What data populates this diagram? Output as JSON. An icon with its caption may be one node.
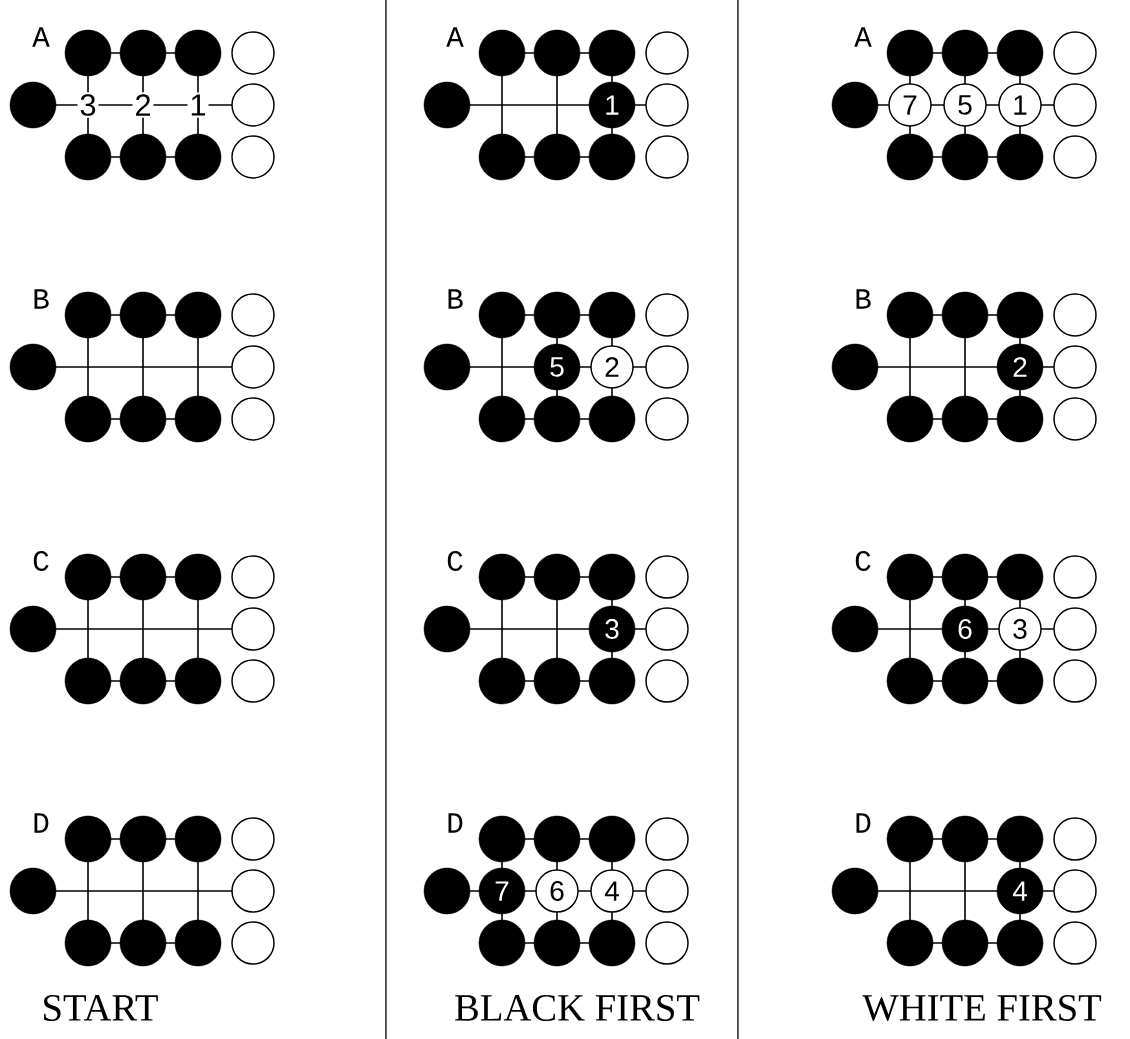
{
  "diagram": {
    "nodes": [
      {
        "text": [],
        "shape": "circle"
      },
      {
        "text": [],
        "shape": "circle"
      },
      {
        "text": [],
        "shape": "circle"
      },
      {
        "text": [],
        "shape": "circle"
      },
      {
        "text": [],
        "shape": "circle"
      },
      {
        "text": [],
        "shape": "circle"
      },
      {
        "text": [],
        "shape": "circle"
      },
      {
        "text": [],
        "shape": "circle"
      },
      {
        "text": [],
        "shape": "circle"
      },
      {
        "text": [],
        "shape": "circle"
      },
      {
        "text": [],
        "shape": "circle"
      },
      {
        "text": [],
        "shape": "circle"
      },
      {
        "text": [],
        "shape": "circle"
      },
      {
        "text": [],
        "shape": "circle"
      },
      {
        "text": [],
        "shape": "circle"
      },
      {
        "text": [
          "1"
        ]
      },
      {
        "text": [],
        "shape": "circle"
      },
      {
        "text": [],
        "shape": "circle"
      },
      {
        "text": [],
        "shape": "circle"
      },
      {
        "text": [],
        "shape": "circle"
      },
      {
        "text": [],
        "shape": "circle"
      },
      {
        "text": [],
        "shape": "circle"
      },
      {
        "text": [],
        "shape": "circle"
      },
      {
        "text": [],
        "shape": "circle"
      },
      {
        "text": [],
        "shape": "circle"
      },
      {
        "text": [],
        "shape": "circle"
      },
      {
        "text": [
          "7"
        ]
      },
      {
        "text": [
          "5"
        ]
      },
      {
        "text": [
          "1"
        ]
      },
      {
        "text": [],
        "shape": "circle"
      },
      {
        "text": [],
        "shape": "circle"
      },
      {
        "text": [],
        "shape": "circle"
      },
      {
        "text": [],
        "shape": "circle"
      },
      {
        "text": [],
        "shape": "circle"
      },
      {
        "text": [],
        "shape": "circle"
      },
      {
        "text": [],
        "shape": "circle"
      },
      {
        "text": [],
        "shape": "circle"
      },
      {
        "text": [],
        "shape": "circle"
      },
      {
        "text": [],
        "shape": "circle"
      },
      {
        "text": [],
        "shape": "circle"
      },
      {
        "text": [],
        "shape": "circle"
      },
      {
        "text": [],
        "shape": "circle"
      },
      {
        "text": [],
        "shape": "circle"
      },
      {
        "text": [],
        "shape": "circle"
      },
      {
        "text": [],
        "shape": "circle"
      },
      {
        "text": [],
        "shape": "circle"
      },
      {
        "text": [],
        "shape": "circle"
      },
      {
        "text": [],
        "shape": "circle"
      },
      {
        "text": [],
        "shape": "circle"
      },
      {
        "text": [
          "5"
        ]
      },
      {
        "text": [
          "2"
        ]
      },
      {
        "text": [],
        "shape": "circle"
      },
      {
        "text": [],
        "shape": "circle"
      },
      {
        "text": [],
        "shape": "circle"
      },
      {
        "text": [],
        "shape": "circle"
      },
      {
        "text": [],
        "shape": "circle"
      },
      {
        "text": [],
        "shape": "circle"
      },
      {
        "text": [],
        "shape": "circle"
      },
      {
        "text": [],
        "shape": "circle"
      },
      {
        "text": [],
        "shape": "circle"
      },
      {
        "text": [],
        "shape": "circle"
      },
      {
        "text": [
          "2"
        ]
      },
      {
        "text": [],
        "shape": "circle"
      },
      {
        "text": [],
        "shape": "circle"
      },
      {
        "text": [],
        "shape": "circle"
      },
      {
        "text": [],
        "shape": "circle"
      },
      {
        "text": [],
        "shape": "circle"
      },
      {
        "text": [],
        "shape": "circle"
      },
      {
        "text": [],
        "shape": "circle"
      },
      {
        "text": [],
        "shape": "circle"
      },
      {
        "text": [],
        "shape": "circle"
      },
      {
        "text": [],
        "shape": "circle"
      },
      {
        "text": [],
        "shape": "circle"
      },
      {
        "text": [],
        "shape": "circle"
      },
      {
        "text": [],
        "shape": "circle"
      },
      {
        "text": [],
        "shape": "circle"
      },
      {
        "text": [],
        "shape": "circle"
      },
      {
        "text": [],
        "shape": "circle"
      },
      {
        "text": [],
        "shape": "circle"
      },
      {
        "text": [],
        "shape": "circle"
      },
      {
        "text": [],
        "shape": "circle"
      },
      {
        "text": [],
        "shape": "circle"
      },
      {
        "text": [
          "3"
        ]
      },
      {
        "text": [],
        "shape": "circle"
      },
      {
        "text": [],
        "shape": "circle"
      },
      {
        "text": [],
        "shape": "circle"
      },
      {
        "text": [],
        "shape": "circle"
      },
      {
        "text": [],
        "shape": "circle"
      },
      {
        "text": [],
        "shape": "circle"
      },
      {
        "text": [],
        "shape": "circle"
      },
      {
        "text": [],
        "shape": "circle"
      },
      {
        "text": [],
        "shape": "circle"
      },
      {
        "text": [],
        "shape": "circle"
      },
      {
        "text": [
          "6"
        ]
      },
      {
        "text": [
          "3"
        ]
      },
      {
        "text": [],
        "shape": "circle"
      },
      {
        "text": [],
        "shape": "circle"
      },
      {
        "text": [],
        "shape": "circle"
      },
      {
        "text": [],
        "shape": "circle"
      },
      {
        "text": [],
        "shape": "circle"
      },
      {
        "text": [],
        "shape": "circle"
      },
      {
        "text": [],
        "shape": "circle"
      },
      {
        "text": [],
        "shape": "circle"
      },
      {
        "text": [],
        "shape": "circle"
      },
      {
        "text": [],
        "shape": "circle"
      },
      {
        "text": [],
        "shape": "circle"
      },
      {
        "text": [],
        "shape": "circle"
      },
      {
        "text": [],
        "shape": "circle"
      },
      {
        "text": [],
        "shape": "circle"
      },
      {
        "text": [],
        "shape": "circle"
      },
      {
        "text": [],
        "shape": "circle"
      },
      {
        "text": [],
        "shape": "circle"
      },
      {
        "text": [],
        "shape": "circle"
      },
      {
        "text": [],
        "shape": "circle"
      },
      {
        "text": [],
        "shape": "circle"
      },
      {
        "text": [
          "7"
        ]
      },
      {
        "text": [
          "6"
        ]
      },
      {
        "text": [
          "4"
        ]
      },
      {
        "text": [],
        "shape": "circle"
      },
      {
        "text": [],
        "shape": "circle"
      },
      {
        "text": [],
        "shape": "circle"
      },
      {
        "text": [],
        "shape": "circle"
      },
      {
        "text": [],
        "shape": "circle"
      },
      {
        "text": [],
        "shape": "circle"
      },
      {
        "text": [],
        "shape": "circle"
      },
      {
        "text": [],
        "shape": "circle"
      },
      {
        "text": [],
        "shape": "circle"
      },
      {
        "text": [],
        "shape": "circle"
      },
      {
        "text": [
          "4"
        ]
      },
      {
        "text": [],
        "shape": "circle"
      },
      {
        "text": [],
        "shape": "circle"
      },
      {
        "text": [],
        "shape": "circle"
      },
      {
        "text": [],
        "shape": "circle"
      },
      {
        "text": [],
        "shape": "circle"
      }
    ],
    "labels": [
      "A",
      "A",
      "A",
      "3",
      "2",
      "1",
      "B",
      "B",
      "B",
      "C",
      "C",
      "C",
      "D",
      "D",
      "D",
      "START",
      "BLACK FIRST",
      "WHITE FIRST"
    ]
  }
}
